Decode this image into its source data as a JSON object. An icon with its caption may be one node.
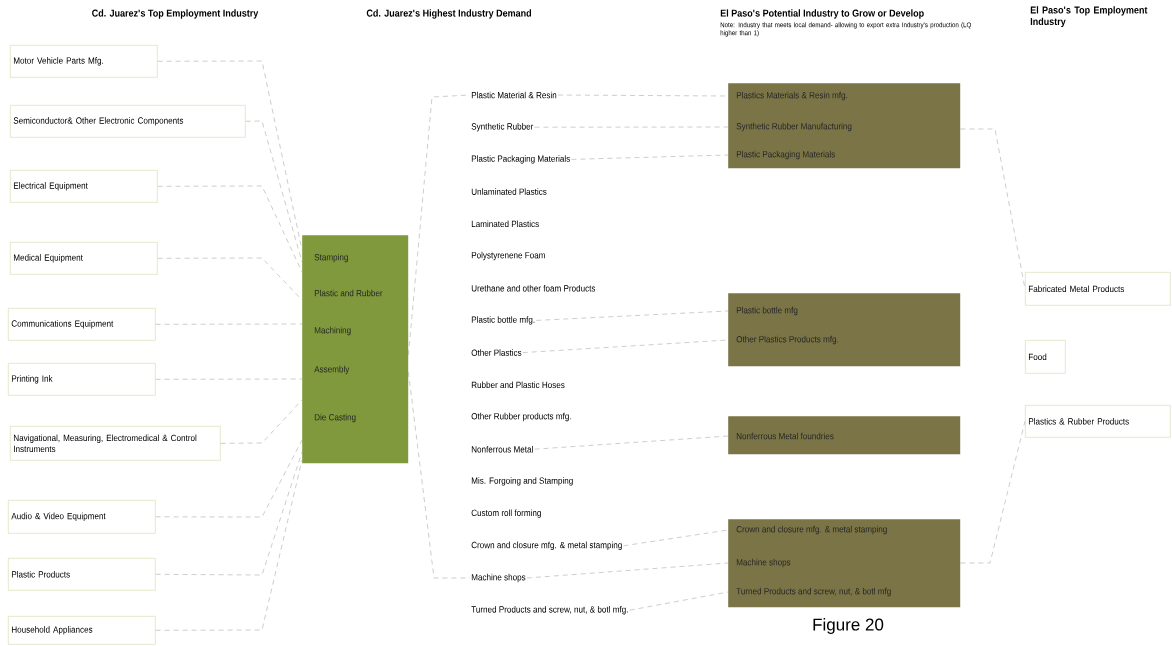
{
  "diagram": {
    "caption": "Figure 20",
    "nodes": [
      {
        "text": [
          "Motor Vehicle Parts Mfg."
        ]
      },
      {
        "text": [
          "Semiconductor& Other Electronic Components"
        ]
      },
      {
        "text": [
          "Electrical Equipment"
        ]
      },
      {
        "text": [
          "Medical Equipment"
        ]
      },
      {
        "text": [
          "Communications Equipment"
        ]
      },
      {
        "text": [
          "Printing Ink"
        ]
      },
      {
        "text": [
          "Navigational, Measuring, Electromedical & Control Instruments"
        ]
      },
      {
        "text": [
          "Audio & Video Equipment"
        ]
      },
      {
        "text": [
          "Plastic Products"
        ]
      },
      {
        "text": [
          "Household Appliances"
        ]
      },
      {
        "text": [
          "Stamping",
          "Plastic and Rubber",
          "Machining",
          "Assembly",
          "Die Casting"
        ]
      },
      {
        "text": [
          "Plastic Material & Resin"
        ]
      },
      {
        "text": [
          "Synthetic Rubber"
        ]
      },
      {
        "text": [
          "Plastic Packaging Materials"
        ]
      },
      {
        "text": [
          "Plastic bottle mfg."
        ]
      },
      {
        "text": [
          "Other Plastics"
        ]
      },
      {
        "text": [
          "Nonferrous Metal"
        ]
      },
      {
        "text": [
          "Crown and closure mfg. & metal stamping"
        ]
      },
      {
        "text": [
          "Machine shops"
        ]
      },
      {
        "text": [
          "Turned Products and screw, nut, & botl mfg."
        ]
      },
      {
        "text": [
          "Plastics Materials & Resin mfg.",
          "Synthetic Rubber Manufacturing",
          "Plastic Packaging Materials"
        ]
      },
      {
        "text": [
          "Plastic bottle mfg",
          "Other Plastics Products mfg."
        ]
      },
      {
        "text": [
          "Nonferrous Metal foundries"
        ]
      },
      {
        "text": [
          "Crown and closure mfg. & metal stamping",
          "Machine shops",
          "Turned Products and screw, nut, & botl mfg"
        ]
      },
      {
        "text": [
          "Fabricated Metal Products"
        ]
      },
      {
        "text": [
          "Food"
        ]
      },
      {
        "text": [
          "Plastics & Rubber Products"
        ]
      }
    ],
    "edges": [
      {
        "from": 0,
        "to": 10,
        "arrow": "none"
      },
      {
        "from": 1,
        "to": 10,
        "arrow": "none"
      },
      {
        "from": 2,
        "to": 10,
        "arrow": "none"
      },
      {
        "from": 3,
        "to": 10,
        "arrow": "none"
      },
      {
        "from": 4,
        "to": 10,
        "arrow": "none"
      },
      {
        "from": 5,
        "to": 10,
        "arrow": "none"
      },
      {
        "from": 6,
        "to": 10,
        "arrow": "none"
      },
      {
        "from": 7,
        "to": 10,
        "arrow": "none"
      },
      {
        "from": 8,
        "to": 10,
        "arrow": "none"
      },
      {
        "from": 9,
        "to": 10,
        "arrow": "none"
      },
      {
        "from": 10,
        "to": 11,
        "arrow": "none"
      },
      {
        "from": 10,
        "to": 18,
        "arrow": "none"
      },
      {
        "from": 11,
        "to": 20,
        "arrow": "none"
      },
      {
        "from": 12,
        "to": 20,
        "arrow": "none"
      },
      {
        "from": 13,
        "to": 20,
        "arrow": "none"
      },
      {
        "from": 14,
        "to": 21,
        "arrow": "none"
      },
      {
        "from": 15,
        "to": 21,
        "arrow": "none"
      },
      {
        "from": 16,
        "to": 22,
        "arrow": "none"
      },
      {
        "from": 17,
        "to": 23,
        "arrow": "none"
      },
      {
        "from": 18,
        "to": 23,
        "arrow": "none"
      },
      {
        "from": 19,
        "to": 23,
        "arrow": "none"
      },
      {
        "from": 20,
        "to": 24,
        "arrow": "none"
      },
      {
        "from": 23,
        "to": 26,
        "arrow": "none"
      }
    ],
    "labels": [
      "Cd. Juarez's Top Employment Industry",
      "Cd. Juarez's Highest Industry Demand",
      "El Paso's Potential Industry to Grow or Develop",
      "Note: Industry that meets local demand- allowing to export extra Industry's production  (LQ higher than 1)",
      "El Paso's Top Employment Industry",
      "Unlaminated Plastics",
      "Laminated Plastics",
      "Polystyrenene Foam",
      "Urethane and other foam Products",
      "Rubber and Plastic Hoses",
      "Other Rubber products mfg.",
      "Mis. Forgoing and Stamping",
      "Custom roll forming"
    ]
  }
}
